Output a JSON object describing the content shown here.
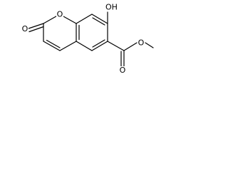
{
  "molecule": {
    "colors": {
      "bond": "#000000",
      "label": "#000000",
      "background": "#ffffff"
    },
    "labels": {
      "ring_oxygen": "O",
      "carbonyl_oxygen": "O",
      "hydroxyl": "OH",
      "ester_carbonyl_oxygen": "O",
      "ester_oxygen": "O"
    }
  }
}
